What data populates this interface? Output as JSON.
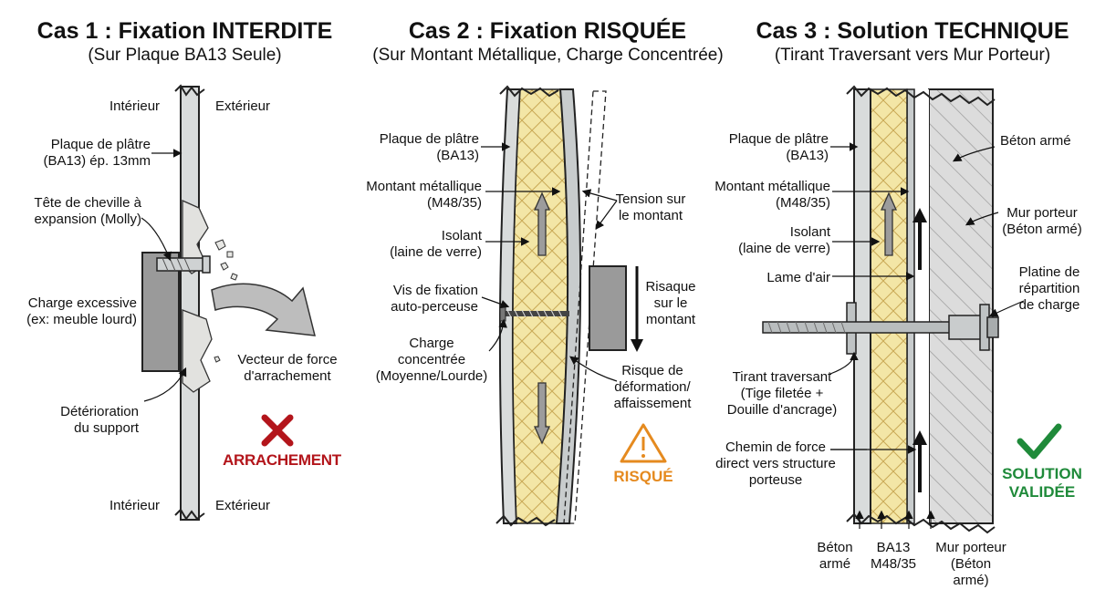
{
  "colors": {
    "red": "#b3151b",
    "orange": "#e58a1f",
    "green": "#1f8a3a",
    "insulation": "#f3e6a6",
    "plaster": "#d9dcdc",
    "steel": "#c8cccd",
    "concrete": "#d8d8d8",
    "charge": "#9a9a9a"
  },
  "panel1": {
    "title": "Cas 1 : Fixation INTERDITE",
    "subtitle": "(Sur Plaque BA13 Seule)",
    "interior_top": "Intérieur",
    "exterior_top": "Extérieur",
    "plaque_l1": "Plaque de plâtre",
    "plaque_l2": "(BA13) ép. 13mm",
    "tete_l1": "Tête de cheville à",
    "tete_l2": "expansion (Molly)",
    "charge_l1": "Charge excessive",
    "charge_l2": "(ex: meuble lourd)",
    "vecteur_l1": "Vecteur de force",
    "vecteur_l2": "d'arrachement",
    "deterio_l1": "Détérioration",
    "deterio_l2": "du support",
    "status": "ARRACHEMENT",
    "interior_bottom": "Intérieur",
    "exterior_bottom": "Extérieur",
    "status_icon": "cross-icon"
  },
  "panel2": {
    "title": "Cas 2 : Fixation RISQUÉE",
    "subtitle": "(Sur Montant Métallique, Charge Concentrée)",
    "plaque_l1": "Plaque de plâtre",
    "plaque_l2": "(BA13)",
    "montant_l1": "Montant métallique",
    "montant_l2": "(M48/35)",
    "isolant_l1": "Isolant",
    "isolant_l2": "(laine de verre)",
    "vis_l1": "Vis de fixation",
    "vis_l2": "auto-perceuse",
    "charge_l1": "Charge",
    "charge_l2": "concentrée",
    "charge_l3": "(Moyenne/Lourde)",
    "tension_l1": "Tension sur",
    "tension_l2": "le montant",
    "risque_l1": "Risaque",
    "risque_l2": "sur le",
    "risque_l3": "montant",
    "deform_l1": "Risque de",
    "deform_l2": "déformation/",
    "deform_l3": "affaissement",
    "status": "RISQUÉ",
    "status_icon": "warning-triangle-icon"
  },
  "panel3": {
    "title": "Cas 3 : Solution TECHNIQUE",
    "subtitle": "(Tirant Traversant vers Mur Porteur)",
    "plaque_l1": "Plaque de plâtre",
    "plaque_l2": "(BA13)",
    "montant_l1": "Montant métallique",
    "montant_l2": "(M48/35)",
    "isolant_l1": "Isolant",
    "isolant_l2": "(laine de verre)",
    "lame": "Lame d'air",
    "tirant_l1": "Tirant traversant",
    "tirant_l2": "(Tige filetée +",
    "tirant_l3": "Douille d'ancrage)",
    "chemin_l1": "Chemin de force",
    "chemin_l2": "direct vers structure",
    "chemin_l3": "porteuse",
    "beton_top": "Béton armé",
    "mur_l1": "Mur porteur",
    "mur_l2": "(Béton armé)",
    "platine_l1": "Platine de",
    "platine_l2": "répartition",
    "platine_l3": "de charge",
    "status_l1": "SOLUTION",
    "status_l2": "VALIDÉE",
    "bottom_beton_l1": "Béton",
    "bottom_beton_l2": "armé",
    "bottom_ba13_l1": "BA13",
    "bottom_ba13_l2": "M48/35",
    "bottom_mur_l1": "Mur porteur",
    "bottom_mur_l2": "(Béton",
    "bottom_mur_l3": "armé)",
    "status_icon": "checkmark-icon"
  }
}
